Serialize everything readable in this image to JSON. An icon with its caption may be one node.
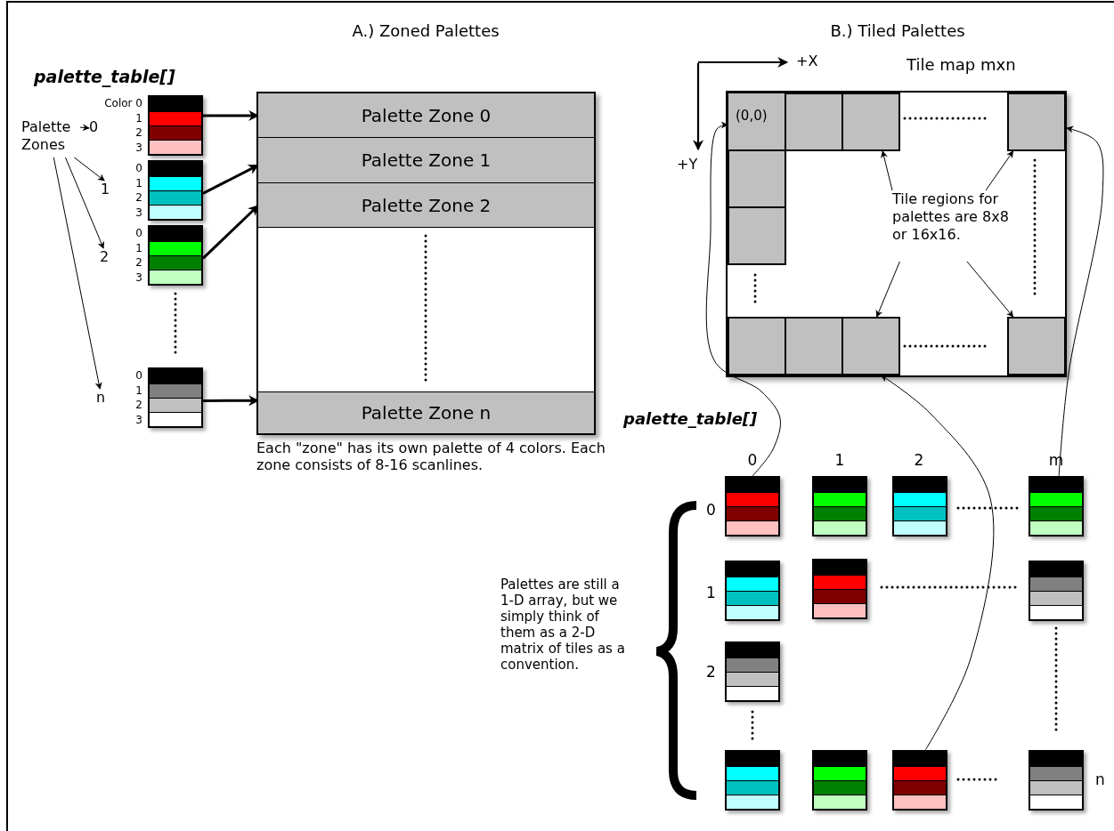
{
  "diagram": {
    "nodes": [
      {
        "text": [
          "Palette Zones"
        ]
      },
      {
        "text": [
          "0"
        ]
      },
      {
        "text": [
          "1"
        ]
      },
      {
        "text": [
          "2"
        ]
      },
      {
        "text": [
          "n"
        ]
      },
      {
        "text": [],
        "shape": "box",
        "beside": [
          "Color 0",
          "1",
          "2",
          "3"
        ]
      },
      {
        "text": [],
        "shape": "box",
        "beside": [
          "0",
          "1",
          "2",
          "3"
        ]
      },
      {
        "text": [],
        "shape": "box",
        "beside": [
          "0",
          "1",
          "2",
          "3"
        ]
      },
      {
        "text": [],
        "shape": "box",
        "beside": [
          "0",
          "1",
          "2",
          "3"
        ]
      },
      {
        "text": [],
        "shape": "box"
      },
      {
        "text": [
          "Palette Zone 0"
        ],
        "in": 9
      },
      {
        "text": [
          "Palette Zone 1"
        ],
        "in": 9
      },
      {
        "text": [
          "Palette Zone 2"
        ],
        "in": 9
      },
      {
        "text": [
          "Palette Zone n"
        ],
        "in": 9
      },
      {
        "text": [],
        "shape": "box"
      },
      {
        "text": [
          "(0,0)"
        ],
        "in": 14
      },
      {
        "text": [],
        "shape": "box",
        "in": 14
      },
      {
        "text": [],
        "shape": "box",
        "in": 14
      },
      {
        "text": [],
        "shape": "box",
        "in": 14
      },
      {
        "text": [],
        "shape": "box",
        "in": 14
      },
      {
        "text": [],
        "shape": "box",
        "in": 14
      },
      {
        "text": [],
        "shape": "box",
        "in": 14
      },
      {
        "text": [],
        "shape": "box",
        "in": 14
      },
      {
        "text": [],
        "shape": "box",
        "in": 14
      },
      {
        "text": [],
        "shape": "box",
        "in": 14
      },
      {
        "text": [
          "Tile regions for palettes are 8x8 or 16x16."
        ],
        "in": 14
      },
      {
        "text": [],
        "shape": "box"
      },
      {
        "text": [],
        "shape": "box"
      },
      {
        "text": [],
        "shape": "box"
      },
      {
        "text": [],
        "shape": "box"
      },
      {
        "text": [],
        "shape": "box"
      },
      {
        "text": [],
        "shape": "box"
      },
      {
        "text": [],
        "shape": "box"
      },
      {
        "text": [],
        "shape": "box"
      },
      {
        "text": [],
        "shape": "box"
      },
      {
        "text": [],
        "shape": "box"
      },
      {
        "text": [],
        "shape": "box"
      },
      {
        "text": [],
        "shape": "box"
      }
    ],
    "edges": [
      {
        "from": 0,
        "to": 1,
        "arrow": "to"
      },
      {
        "from": 0,
        "to": 2,
        "arrow": "to"
      },
      {
        "from": 0,
        "to": 3,
        "arrow": "to"
      },
      {
        "from": 0,
        "to": 4,
        "arrow": "to"
      },
      {
        "from": 5,
        "to": 10,
        "arrow": "to",
        "style": "thick"
      },
      {
        "from": 6,
        "to": 11,
        "arrow": "to",
        "style": "thick"
      },
      {
        "from": 7,
        "to": 12,
        "arrow": "to",
        "style": "thick"
      },
      {
        "from": 8,
        "to": 13,
        "arrow": "to",
        "style": "thick"
      },
      {
        "from": 25,
        "to": 17,
        "arrow": "to"
      },
      {
        "from": 25,
        "to": 18,
        "arrow": "to"
      },
      {
        "from": 25,
        "to": 23,
        "arrow": "to"
      },
      {
        "from": 25,
        "to": 24,
        "arrow": "to"
      },
      {
        "from": 26,
        "to": 15,
        "arrow": "to"
      },
      {
        "from": 36,
        "to": 23,
        "arrow": "to"
      },
      {
        "from": 29,
        "to": 14,
        "arrow": "to"
      }
    ],
    "labels": [
      "A.) Zoned Palettes",
      "B.) Tiled Palettes",
      "palette_table[]",
      "Tile map mxn",
      "+X",
      "+Y",
      "palette_table[]",
      "Each \"zone\" has its own palette of 4 colors. Each zone consists of 8-16 scanlines.",
      "0",
      "1",
      "2",
      "m",
      "0",
      "Palettes are still a 1-D array, but we simply think of them as a 2-D matrix of tiles as a convention.",
      "1",
      "2",
      "n"
    ]
  }
}
